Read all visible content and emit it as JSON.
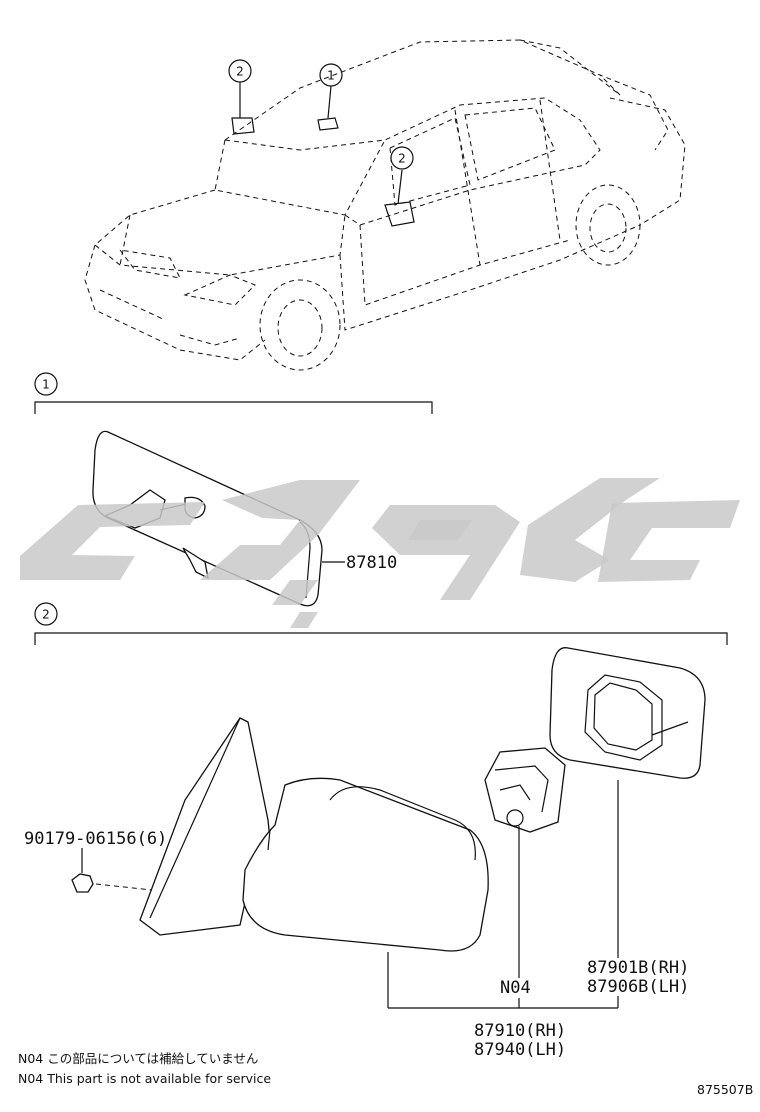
{
  "callouts": {
    "mirror_inner": "1",
    "mirror_outer": "2"
  },
  "parts": {
    "inner_mirror": "87810",
    "mount_screw": "90179-06156(6)",
    "mirror_glass_rh": "87901B(RH)",
    "mirror_glass_lh": "87906B(LH)",
    "actuator": "N04",
    "mirror_assy_rh": "87910(RH)",
    "mirror_assy_lh": "87940(LH)"
  },
  "notes": {
    "jp": "N04 この部品については補給していません",
    "en": "N04 This part is not available for service"
  },
  "drawing_id": "875507B",
  "colors": {
    "ink": "#111111",
    "watermark": "#c9c9c9"
  }
}
